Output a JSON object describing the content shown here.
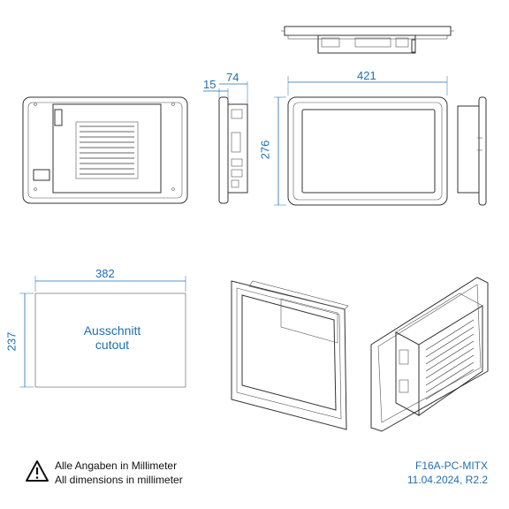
{
  "dimensions": {
    "depth_small": "15",
    "depth_total": "74",
    "width_front": "421",
    "height_front": "276",
    "cutout_width": "382",
    "cutout_height": "237"
  },
  "cutout": {
    "line1": "Ausschnitt",
    "line2": "cutout"
  },
  "notes": {
    "de": "Alle Angaben in Millimeter",
    "en": "All dimensions in millimeter"
  },
  "doc": {
    "model": "F16A-PC-MITX",
    "date_rev": "11.04.2024, R2.2"
  },
  "icons": {
    "warning": "warning-triangle-icon"
  }
}
